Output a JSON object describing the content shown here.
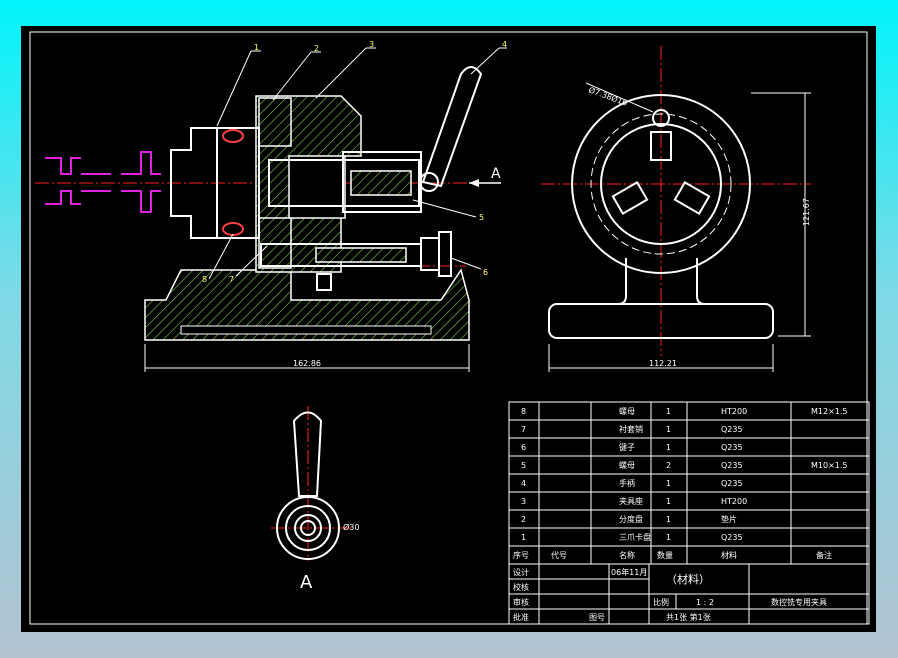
{
  "part_callouts": [
    "1",
    "2",
    "3",
    "4",
    "5",
    "6",
    "7",
    "8"
  ],
  "view_label": "A",
  "dimensions": {
    "base_width": "162.86",
    "side_width": "112.21",
    "height": "121.67",
    "hole": "Ø7.38Ø16",
    "handle_dia": "Ø30"
  },
  "bom": [
    {
      "no": "8",
      "name": "螺母",
      "qty": "1",
      "material": "HT200",
      "note": "M12×1.5"
    },
    {
      "no": "7",
      "name": "衬套销",
      "qty": "1",
      "material": "Q235",
      "note": ""
    },
    {
      "no": "6",
      "name": "键子",
      "qty": "1",
      "material": "Q235",
      "note": ""
    },
    {
      "no": "5",
      "name": "螺母",
      "qty": "2",
      "material": "Q235",
      "note": "M10×1.5"
    },
    {
      "no": "4",
      "name": "手柄",
      "qty": "1",
      "material": "Q235",
      "note": ""
    },
    {
      "no": "3",
      "name": "夹具座",
      "qty": "1",
      "material": "HT200",
      "note": ""
    },
    {
      "no": "2",
      "name": "分度盘",
      "qty": "1",
      "material": "垫片",
      "note": ""
    },
    {
      "no": "1",
      "name": "三爪卡盘",
      "qty": "1",
      "material": "Q235",
      "note": ""
    }
  ],
  "bom_header": {
    "no": "序号",
    "code": "代号",
    "name": "名称",
    "qty": "数量",
    "material": "材料",
    "note": "备注"
  },
  "title_block": {
    "design": "设计",
    "date": "06年11月",
    "check": "校核",
    "review": "审核",
    "approve": "批准",
    "material_label": "（材料）",
    "scale_label": "比例",
    "scale": "1 : 2",
    "drawing_name": "数控铣专用夹具",
    "sheet": "共1张  第1张",
    "stamp": "图号"
  }
}
